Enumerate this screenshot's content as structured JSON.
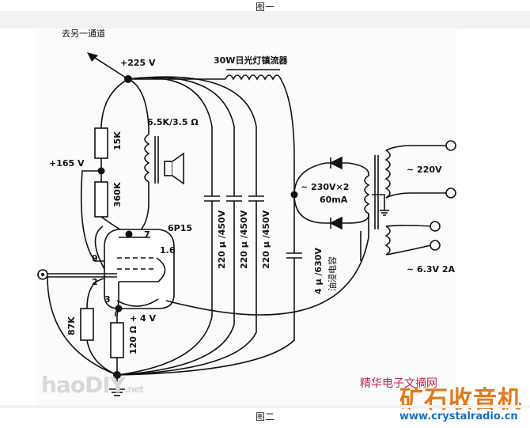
{
  "captions": {
    "top": "图一",
    "bottom": "图二"
  },
  "labels": {
    "to_other_channel": "去另一通道",
    "b_plus_225": "+225 V",
    "choke": "30W日光灯镇流器",
    "transformer_out": "6.5K/3.5 Ω",
    "b_plus_165": "+165 V",
    "r_15k": "15K",
    "r_360k": "360K",
    "tube": "6P15",
    "pin_7": "7",
    "pin_9": "9",
    "pin_1_6": "1.6",
    "pin_2": "2",
    "pin_3": "3",
    "r_87k": "87K",
    "cathode_v": "+ 4 V",
    "r_120": "120 Ω",
    "cap_1": "220 µ /450V",
    "cap_2": "220 µ /450V",
    "cap_3": "220 µ /450V",
    "cap_4": "4 µ /630V",
    "cap_4_note": "油浸电容",
    "secondary_hv": "~ 230V×2",
    "secondary_current": "60mA",
    "mains": "~ 220V",
    "heater": "~ 6.3V 2A"
  },
  "watermarks": {
    "haodiy": "haoDIY",
    "haodiy_net": ".net",
    "site_text": "精华电子文摘网",
    "brand": "矿石收音机",
    "url": "www.crystalradio.cn"
  }
}
